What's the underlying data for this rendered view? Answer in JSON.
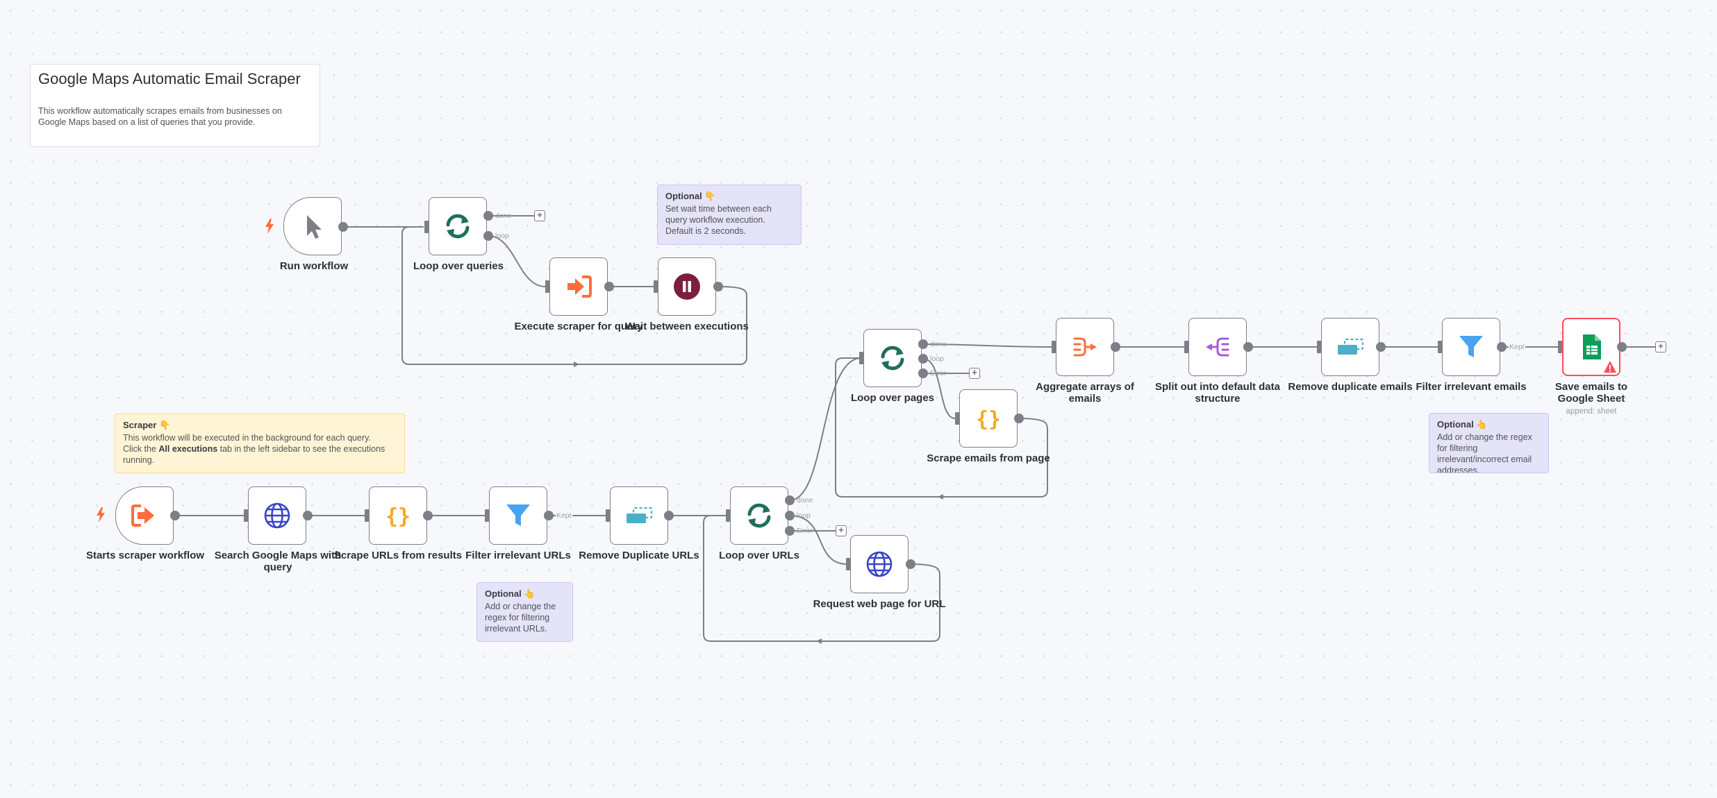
{
  "workflow": {
    "title": "Google Maps Automatic Email Scraper"
  },
  "colors": {
    "edge": "#7d7f86",
    "loop_green": "#1f6f5c",
    "execute_orange": "#ff6d3b",
    "wait_red": "#7d1f3a",
    "code_orange": "#f7a823",
    "http_blue": "#3a44c7",
    "filter_blue": "#4aa3f0",
    "dedupe_teal": "#4ab0c8",
    "aggregate_orange": "#ff6d3b",
    "split_purple": "#a35cd6",
    "sheets_green": "#0f9d58",
    "error_red": "#ff4c5c"
  },
  "stickies": {
    "intro": {
      "title": "Google Maps Automatic Email Scraper",
      "body": "This workflow automatically scrapes emails from businesses on Google Maps based on a list of queries that you provide."
    },
    "wait_note": {
      "title": "Optional 👇",
      "body": "Set wait time between each query workflow execution. Default is 2 seconds."
    },
    "scraper_note": {
      "title": "Scraper 👇",
      "line1": "This workflow will be executed in the background for each query.",
      "line2_pre": "Click the ",
      "line2_bold": "All executions",
      "line2_post": " tab in the left sidebar to see the executions running."
    },
    "urls_note": {
      "title": "Optional 👆",
      "body": "Add or change the regex for filtering irrelevant URLs."
    },
    "emails_note": {
      "title": "Optional 👆",
      "body": "Add or change the regex for filtering irrelevant/incorrect email addresses."
    }
  },
  "nodes": {
    "run_workflow": {
      "label": "Run workflow",
      "icon": "cursor-icon"
    },
    "loop_queries": {
      "label": "Loop over queries",
      "icon": "loop-icon"
    },
    "execute_scraper": {
      "label": "Execute scraper for query",
      "icon": "execute-workflow-icon"
    },
    "wait": {
      "label": "Wait between executions",
      "icon": "pause-icon"
    },
    "starts_scraper": {
      "label": "Starts scraper workflow",
      "icon": "execute-trigger-icon"
    },
    "search_maps": {
      "label": "Search Google Maps with query",
      "icon": "globe-icon"
    },
    "scrape_urls": {
      "label": "Scrape URLs from results",
      "icon": "code-icon"
    },
    "filter_urls": {
      "label": "Filter irrelevant URLs",
      "icon": "filter-icon"
    },
    "remove_dup_urls": {
      "label": "Remove Duplicate URLs",
      "icon": "dedupe-icon"
    },
    "loop_urls": {
      "label": "Loop over URLs",
      "icon": "loop-icon"
    },
    "request_page": {
      "label": "Request web page for URL",
      "icon": "globe-icon"
    },
    "loop_pages": {
      "label": "Loop over pages",
      "icon": "loop-icon"
    },
    "scrape_emails": {
      "label": "Scrape emails from page",
      "icon": "code-icon"
    },
    "aggregate": {
      "label": "Aggregate arrays of emails",
      "icon": "aggregate-icon"
    },
    "split_out": {
      "label": "Split out into default data structure",
      "icon": "split-out-icon"
    },
    "remove_dup_emails": {
      "label": "Remove duplicate emails",
      "icon": "dedupe-icon"
    },
    "filter_emails": {
      "label": "Filter irrelevant emails",
      "icon": "filter-icon"
    },
    "save_sheet": {
      "label": "Save emails to Google Sheet",
      "sublabel": "append: sheet",
      "icon": "google-sheets-icon",
      "has_issue": true
    }
  },
  "ports": {
    "done": "done",
    "loop": "loop",
    "error": "Error",
    "kept": "Kept"
  }
}
